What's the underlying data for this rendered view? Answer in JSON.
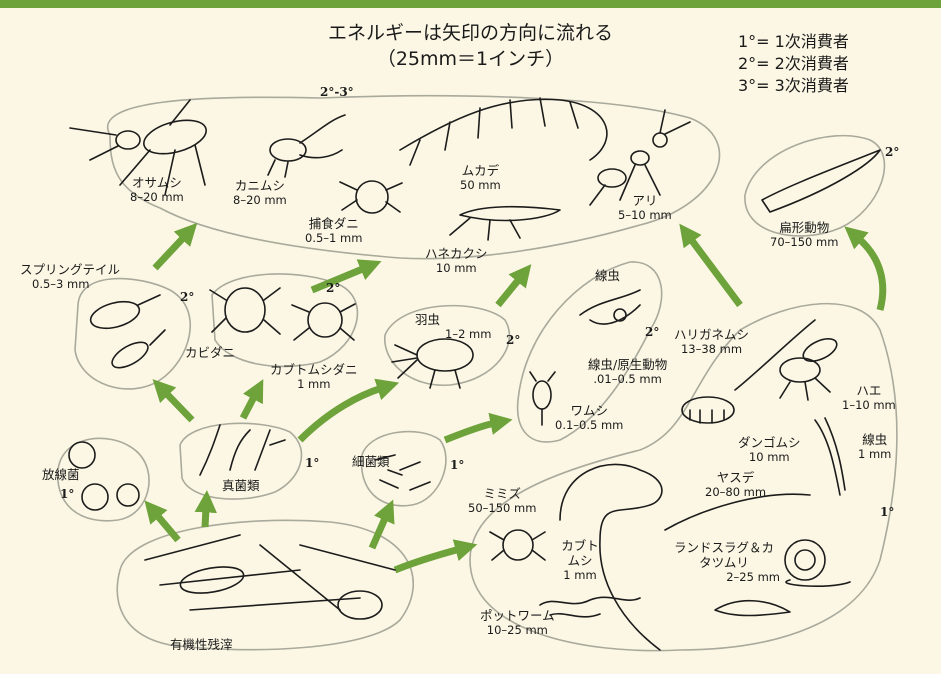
{
  "title": "エネルギーは矢印の方向に流れる",
  "subtitle": "（25mm＝1インチ）",
  "legend": [
    "1°= 1次消費者",
    "2°= 2次消費者",
    "3°= 3次消費者"
  ],
  "organisms": {
    "osamushi": {
      "name": "オサムシ",
      "size": "8–20 mm"
    },
    "kanimushi": {
      "name": "カニムシ",
      "size": "8–20 mm"
    },
    "hoshokudani": {
      "name": "捕食ダニ",
      "size": "0.5–1 mm"
    },
    "mukade": {
      "name": "ムカデ",
      "size": "50 mm"
    },
    "hanekakushi": {
      "name": "ハネカクシ",
      "size": "10 mm"
    },
    "ari": {
      "name": "アリ",
      "size": "5–10 mm"
    },
    "springtail": {
      "name": "スプリングテイル",
      "size": "0.5–3 mm"
    },
    "kabidani": {
      "name": "カビダニ"
    },
    "kabutomushidani": {
      "name": "カブトムシダニ",
      "size": "1 mm"
    },
    "hamushi": {
      "name": "羽虫",
      "size": "1–2 mm"
    },
    "senchu1": {
      "name": "線虫"
    },
    "senchu_genseidobutsu": {
      "name": "線虫/原生動物",
      "size": ".01–0.5 mm"
    },
    "wamushi": {
      "name": "ワムシ",
      "size": "0.1–0.5 mm"
    },
    "hokeidobutsu": {
      "name": "扁形動物",
      "size": "70–150 mm"
    },
    "hariganemushi": {
      "name": "ハリガネムシ",
      "size": "13–38 mm"
    },
    "hae": {
      "name": "ハエ",
      "size": "1–10 mm"
    },
    "dangomushi": {
      "name": "ダンゴムシ",
      "size": "10 mm"
    },
    "senchu2": {
      "name": "線虫",
      "size": "1 mm"
    },
    "housenkin": {
      "name": "放線菌"
    },
    "shinkinrui": {
      "name": "真菌類"
    },
    "saikinrui": {
      "name": "細菌類"
    },
    "mimizu": {
      "name": "ミミズ",
      "size": "50–150 mm"
    },
    "yasude": {
      "name": "ヤスデ",
      "size": "20–80 mm"
    },
    "kabutomushi": {
      "name": "カブトムシ",
      "size": "1 mm"
    },
    "landslug": {
      "name": "ランドスラグ＆カタツムリ",
      "size": "2–25 mm"
    },
    "potworm": {
      "name": "ポットワーム",
      "size": "10–25 mm"
    },
    "organic": {
      "name": "有機性残滓"
    }
  },
  "trophic_marks": {
    "top_group": "2°-3°",
    "springtail": "2°",
    "kabutomushidani": "2°",
    "hamushi": "2°",
    "senchu": "2°",
    "hokeidobutsu": "2°",
    "shinkinrui": "1°",
    "saikinrui": "1°",
    "housenkin": "1°",
    "right_group": "1°"
  },
  "colors": {
    "arrow": "#6ea23a",
    "outline": "#a9a99c",
    "background": "#fbf7e4"
  }
}
